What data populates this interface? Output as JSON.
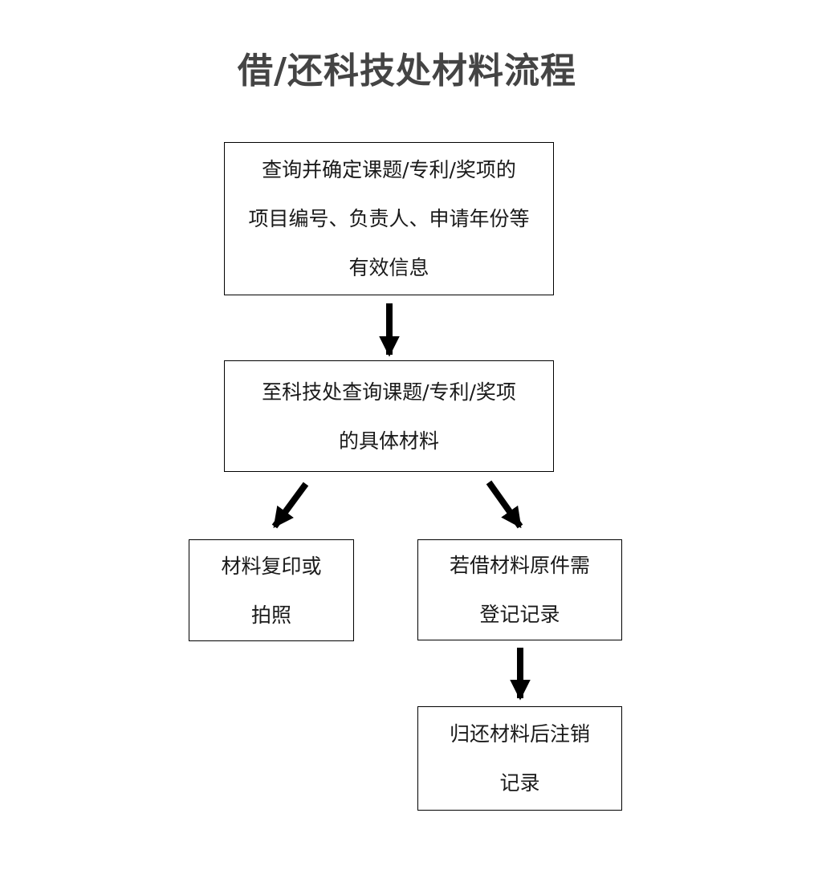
{
  "title": "借/还科技处材料流程",
  "steps": {
    "step1": {
      "lines": [
        "查询并确定课题/专利/奖项的",
        "项目编号、负责人、申请年份等",
        "有效信息"
      ]
    },
    "step2": {
      "lines": [
        "至科技处查询课题/专利/奖项",
        "的具体材料"
      ]
    },
    "step3": {
      "lines": [
        "材料复印或",
        "拍照"
      ]
    },
    "step4": {
      "lines": [
        "若借材料原件需",
        "登记记录"
      ]
    },
    "step5": {
      "lines": [
        "归还材料后注销",
        "记录"
      ]
    }
  },
  "colors": {
    "title": "#444444",
    "border": "#000000",
    "arrow": "#000000"
  }
}
